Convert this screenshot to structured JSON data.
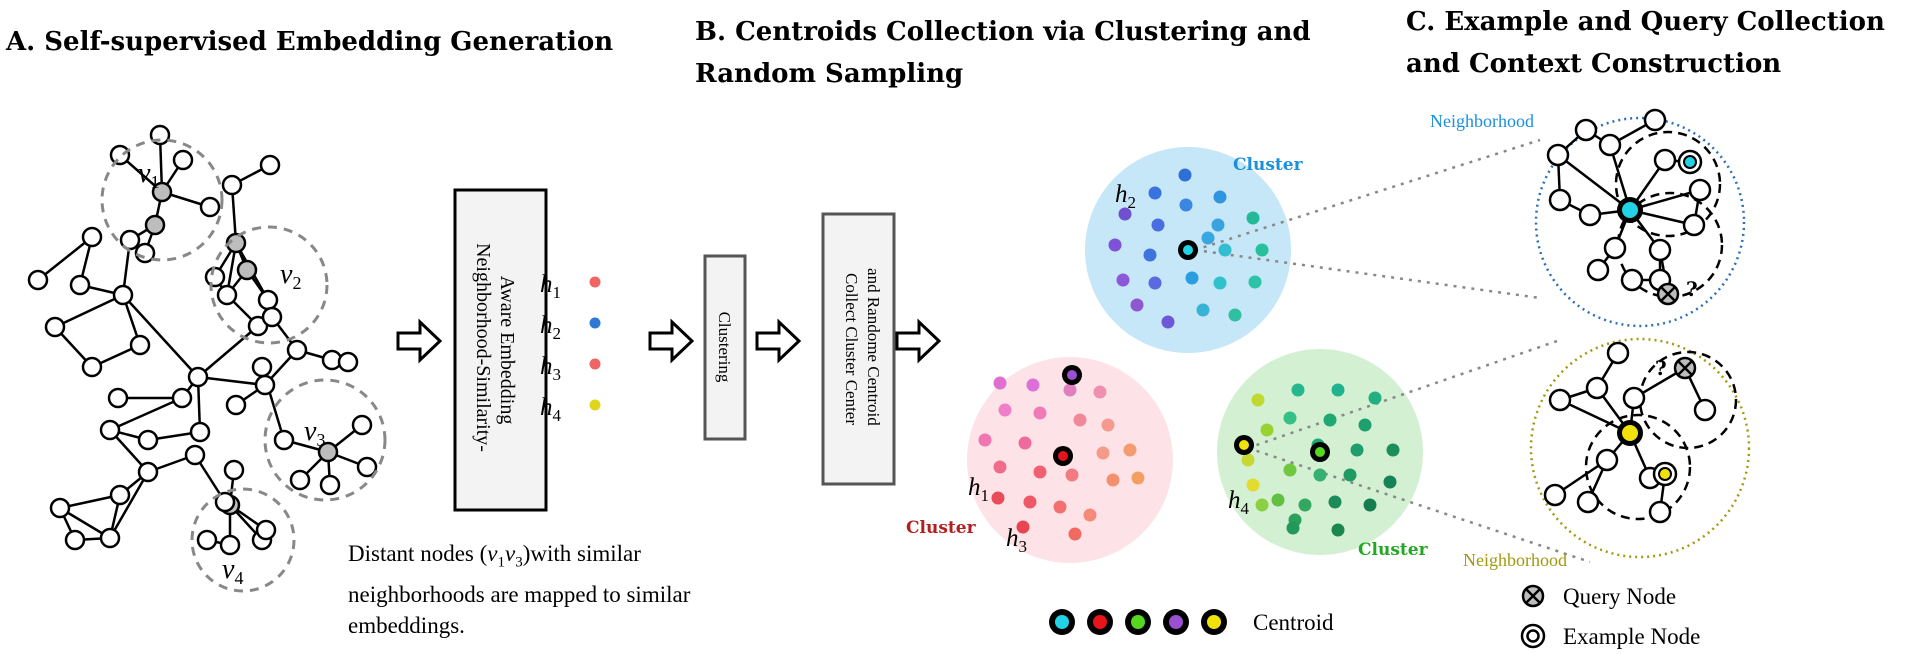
{
  "titles": {
    "a": "A. Self-supervised Embedding Generation",
    "b_line1": "B. Centroids Collection via Clustering and",
    "b_line2": "Random Sampling",
    "c_line1": "C. Example and Query Collection",
    "c_line2": "and Context Construction"
  },
  "boxes": {
    "embedding_line1": "Neighborhood-Similarity-",
    "embedding_line2": "Aware Embedding",
    "clustering": "Clustering",
    "collect_line1": "Collect Cluster Center",
    "collect_line2": "and Randome Centroid"
  },
  "node_labels": {
    "v1": "v",
    "v1_sub": "1",
    "v2": "v",
    "v2_sub": "2",
    "v3": "v",
    "v3_sub": "3",
    "v4": "v",
    "v4_sub": "4"
  },
  "embeddings": [
    {
      "label": "h",
      "sub": "1",
      "color": "#f06464"
    },
    {
      "label": "h",
      "sub": "2",
      "color": "#2f78d8"
    },
    {
      "label": "h",
      "sub": "3",
      "color": "#f06464"
    },
    {
      "label": "h",
      "sub": "4",
      "color": "#e0d51a"
    }
  ],
  "cluster_labels": {
    "blue": "Cluster",
    "pink": "Cluster",
    "green": "Cluster",
    "h1": "h",
    "h1_sub": "1",
    "h2": "h",
    "h2_sub": "2",
    "h3": "h",
    "h3_sub": "3",
    "h4": "h",
    "h4_sub": "4"
  },
  "note": "Distant nodes (v1v3)with similar neighborhoods are mapped to similar embeddings.",
  "note_parts": {
    "pre": "Distant nodes (",
    "v1": "v",
    "s1": "1",
    "v3": "v",
    "s3": "3",
    "post": ")with similar neighborhoods are mapped to similar embeddings."
  },
  "neighborhood_top": "Neighborhood",
  "neighborhood_bottom": "Neighborhood",
  "question_mark": "?",
  "legend": {
    "centroid": "Centroid",
    "query": "Query Node",
    "example": "Example Node",
    "centroid_colors": [
      "#22d3e6",
      "#e8141c",
      "#55d81e",
      "#9b4fd1",
      "#f2e20c"
    ]
  },
  "colors": {
    "blue_cluster": "#c6e7f7",
    "pink_cluster": "#fde3e8",
    "green_cluster": "#d3f0d3",
    "blue_label": "#1b8fe0",
    "pink_label": "#b21f1f",
    "green_label": "#22a822",
    "nbhd_blue": "#2a6fb8",
    "nbhd_olive": "#a09a10"
  }
}
